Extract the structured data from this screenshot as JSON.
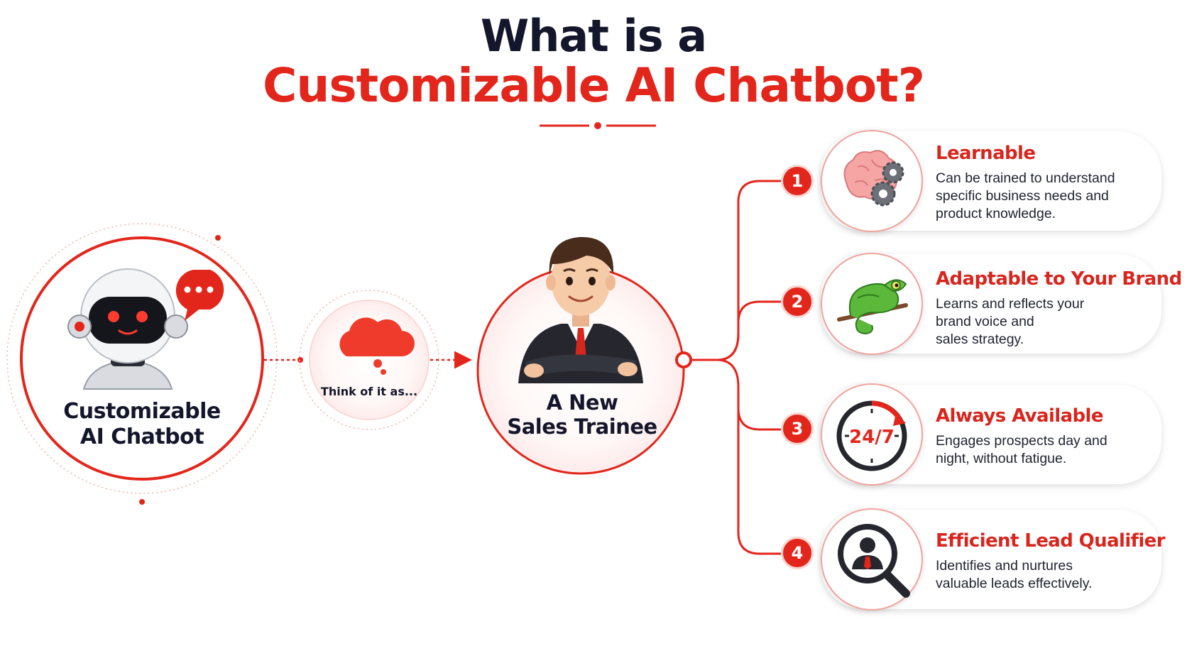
{
  "title": {
    "line1": "What is a",
    "line2": "Customizable AI Chatbot?"
  },
  "colors": {
    "accent": "#e3261c",
    "dark": "#14162b",
    "text": "#1f2230"
  },
  "chatbot": {
    "label_line1": "Customizable",
    "label_line2": "AI Chatbot",
    "icon": "robot-icon"
  },
  "bridge": {
    "label": "Think of it as...",
    "icon": "thought-cloud-icon"
  },
  "trainee": {
    "label_line1": "A New",
    "label_line2": "Sales Trainee",
    "icon": "businessman-icon"
  },
  "features": [
    {
      "number": "1",
      "title": "Learnable",
      "desc_lines": [
        "Can be trained to understand",
        "specific business needs and",
        "product knowledge."
      ],
      "icon": "brain-gears-icon"
    },
    {
      "number": "2",
      "title": "Adaptable to Your Brand",
      "desc_lines": [
        "Learns and reflects your",
        "brand voice and",
        "sales strategy."
      ],
      "icon": "chameleon-icon"
    },
    {
      "number": "3",
      "title": "Always Available",
      "desc_lines": [
        "Engages prospects day and",
        "night, without fatigue."
      ],
      "icon": "clock-24-7-icon",
      "icon_text": "24/7"
    },
    {
      "number": "4",
      "title": "Efficient Lead Qualifier",
      "desc_lines": [
        "Identifies and nurtures",
        "valuable leads effectively."
      ],
      "icon": "magnifier-person-icon"
    }
  ]
}
